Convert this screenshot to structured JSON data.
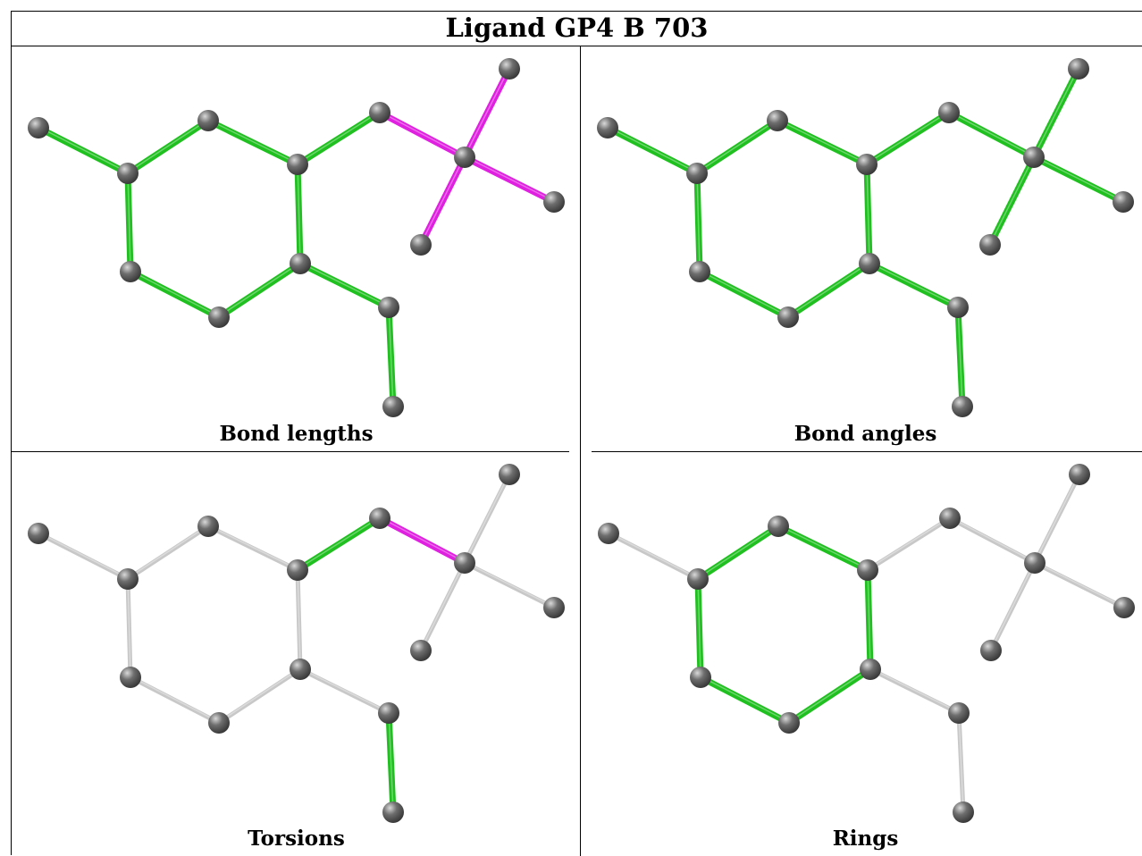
{
  "title": "Ligand GP4 B 703",
  "colors": {
    "outlier": "#e020e0",
    "ok": "#20c020",
    "not_applicable": "#c8c8c8",
    "atom": "#6e6e6e"
  },
  "panels": [
    {
      "caption": "Bond lengths",
      "bond_status": [
        "ok",
        "ok",
        "ok",
        "ok",
        "ok",
        "ok",
        "ok",
        "ok",
        "ok",
        "ok",
        "outlier",
        "outlier",
        "outlier",
        "outlier"
      ]
    },
    {
      "caption": "Bond angles",
      "bond_status": [
        "ok",
        "ok",
        "ok",
        "ok",
        "ok",
        "ok",
        "ok",
        "ok",
        "ok",
        "ok",
        "ok",
        "ok",
        "ok",
        "ok"
      ]
    },
    {
      "caption": "Torsions",
      "bond_status": [
        "na",
        "na",
        "na",
        "na",
        "na",
        "na",
        "na",
        "ok",
        "na",
        "ok",
        "outlier",
        "na",
        "na",
        "na"
      ]
    },
    {
      "caption": "Rings",
      "bond_status": [
        "na",
        "ok",
        "ok",
        "ok",
        "ok",
        "ok",
        "ok",
        "na",
        "na",
        "na",
        "na",
        "na",
        "na",
        "na"
      ]
    }
  ]
}
